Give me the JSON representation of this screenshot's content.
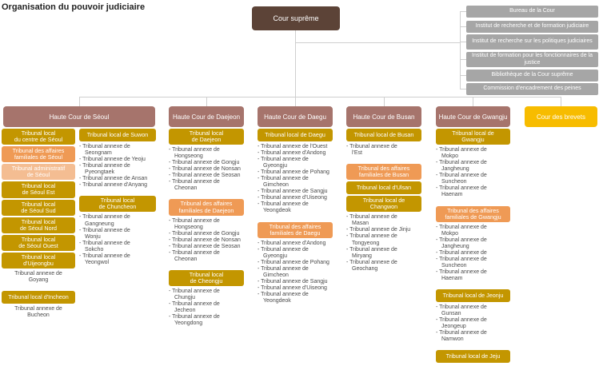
{
  "title": "Organisation du pouvoir judiciaire",
  "supreme_court": {
    "label": "Cour suprême"
  },
  "agencies": [
    "Bureau de la Cour",
    "Institut de recherche et de formation judiciaire",
    "Institut de recherche sur les politiques judiciaires",
    "Institut de formation pour les fonctionnaires de la justice",
    "Bibliothèque de la Cour suprême",
    "Commission d'encadrement des peines"
  ],
  "patent_court": "Cour des brevets",
  "colors": {
    "supreme": "#5c4337",
    "high_court": "#a6746c",
    "local": "#c39600",
    "family": "#ef9a55",
    "admin": "#f4bd92",
    "patent": "#f7bc00",
    "agency": "#a6a6a6",
    "line": "#cfcfcf",
    "annex_text": "#4a4a4a"
  },
  "high_courts": [
    {
      "name": "Haute Cour de Séoul",
      "subcolumns": [
        [
          {
            "type": "local",
            "label": "Tribunal local\ndu centre de Séoul"
          },
          {
            "type": "family",
            "label": "Tribunal des affaires\nfamiliales de Séoul"
          },
          {
            "type": "admin",
            "label": "Tribunal administratif\nde Séoul"
          },
          {
            "type": "local",
            "label": "Tribunal local\nde Séoul Est"
          },
          {
            "type": "local",
            "label": "Tribunal local\nde Séoul Sud"
          },
          {
            "type": "local",
            "label": "Tribunal local\nde Séoul Nord"
          },
          {
            "type": "local",
            "label": "Tribunal local\nde Séoul Ouest"
          },
          {
            "type": "local",
            "label": "Tribunal local\nd'Uijeongbu",
            "center": true,
            "annexes": [
              "Tribunal annexe de\nGoyang"
            ]
          },
          {
            "type": "local",
            "label": "Tribunal local d'Incheon",
            "center": true,
            "annexes": [
              "Tribunal annexe de\nBucheon"
            ]
          }
        ],
        [
          {
            "type": "local",
            "label": "Tribunal local de Suwon",
            "annexes": [
              "Tribunal annexe de\nSeongnam",
              "Tribunal annexe de Yeoju",
              "Tribunal annexe de\nPyeongtaek",
              "Tribunal annexe de Ansan",
              "Tribunal annexe d'Anyang"
            ]
          },
          {
            "type": "local",
            "label": "Tribunal local\nde Chuncheon",
            "annexes": [
              "Tribunal annexe de\nGangneung",
              "Tribunal annexe de\nWonju",
              "Tribunal annexe de\nSokcho",
              "Tribunal annexe de\nYeongwol"
            ]
          }
        ]
      ]
    },
    {
      "name": "Haute Cour de Daejeon",
      "subcolumns": [
        [
          {
            "type": "local",
            "label": "Tribunal local\nde Daejeon",
            "annexes": [
              "Tribunal annexe de\nHongseong",
              "Tribunal annexe de Gongju",
              "Tribunal annexe de Nonsan",
              "Tribunal annexe de Seosan",
              "Tribunal annexe de\nCheonan"
            ]
          },
          {
            "type": "family",
            "label": "Tribunal des affaires\nfamiliales de Daejeon",
            "annexes": [
              "Tribunal annexe de\nHongseong",
              "Tribunal annexe de Gongju",
              "Tribunal annexe de Nonsan",
              "Tribunal annexe de Seosan",
              "Tribunal annexe de\nCheonan"
            ]
          },
          {
            "type": "local",
            "label": "Tribunal local\nde Cheongju",
            "annexes": [
              "Tribunal annexe de\nChungju",
              "Tribunal annexe de\nJecheon",
              "Tribunal annexe de\nYeongdong"
            ]
          }
        ]
      ]
    },
    {
      "name": "Haute Cour de Daegu",
      "subcolumns": [
        [
          {
            "type": "local",
            "label": "Tribunal local de Daegu",
            "annexes": [
              "Tribunal annexe de l'Ouest",
              "Tribunal annexe d'Andong",
              "Tribunal annexe de\nGyeongju",
              "Tribunal annexe de Pohang",
              "Tribunal annexe de\nGimcheon",
              "Tribunal annexe de Sangju",
              "Tribunal annexe d'Uiseong",
              "Tribunal annexe de\nYeongdeok"
            ]
          },
          {
            "type": "family",
            "label": "Tribunal des affaires\nfamiliales de Daegu",
            "annexes": [
              "Tribunal annexe d'Andong",
              "Tribunal annexe de\nGyeongju",
              "Tribunal annexe de Pohang",
              "Tribunal annexe de\nGimcheon",
              "Tribunal annexe de Sangju",
              "Tribunal annexe d'Uiseong",
              "Tribunal annexe de\nYeongdeok"
            ]
          }
        ]
      ]
    },
    {
      "name": "Haute Cour de Busan",
      "subcolumns": [
        [
          {
            "type": "local",
            "label": "Tribunal local de Busan",
            "annexes": [
              "Tribunal annexe de\nl'Est"
            ]
          },
          {
            "type": "family",
            "label": "Tribunal des affaires\nfamiliales de Busan"
          },
          {
            "type": "local",
            "label": "Tribunal local d'Ulsan"
          },
          {
            "type": "local",
            "label": "Tribunal local de\nChangwon",
            "annexes": [
              "Tribunal annexe de\nMasan",
              "Tribunal annexe de Jinju",
              "Tribunal annexe de\nTongyeong",
              "Tribunal annexe de\nMiryang",
              "Tribunal annexe de\nGeochang"
            ]
          }
        ]
      ]
    },
    {
      "name": "Haute Cour de Gwangju",
      "subcolumns": [
        [
          {
            "type": "local",
            "label": "Tribunal local de\nGwangju",
            "annexes": [
              "Tribunal annexe de\nMokpo",
              "Tribunal annexe de\nJangheung",
              "Tribunal annexe de\nSuncheon",
              "Tribunal annexe de\nHaenam"
            ]
          },
          {
            "type": "family",
            "label": "Tribunal des affaires\nfamiliales de Gwangju",
            "annexes": [
              "Tribunal annexe de\nMokpo",
              "Tribunal annexe de\nJangheung",
              "Tribunal annexe de",
              "Tribunal annexe de\nSuncheon",
              "Tribunal annexe de\nHaenam"
            ]
          },
          {
            "type": "local",
            "label": "Tribunal local de Jeonju",
            "annexes": [
              "Tribunal annexe de\nGunsan",
              "Tribunal annexe de\nJeongeup",
              "Tribunal annexe de\nNamwon"
            ]
          },
          {
            "type": "local",
            "label": "Tribunal local de Jeju"
          }
        ]
      ]
    }
  ]
}
